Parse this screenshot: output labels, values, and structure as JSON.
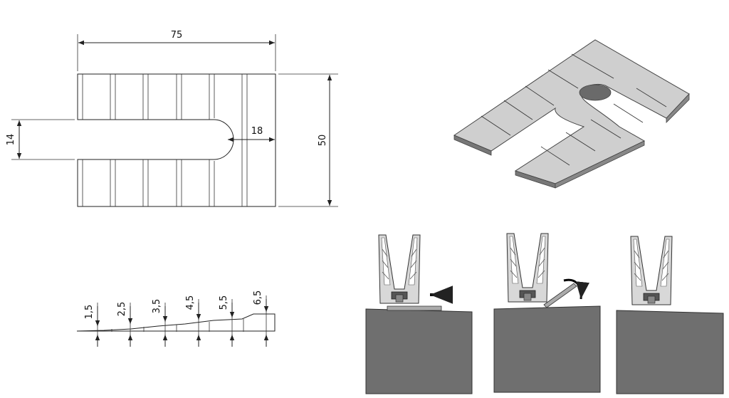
{
  "plan_view": {
    "width_label": "75",
    "height_label": "50",
    "slot_width_label": "14",
    "slot_depth_label": "18"
  },
  "profile_view": {
    "step_labels": [
      "1,5",
      "2,5",
      "3,5",
      "4,5",
      "5,5",
      "6,5"
    ]
  },
  "colors": {
    "block": "#6f6f6f",
    "shim": "#9a9a9a",
    "line": "#222222"
  },
  "icons": [
    "push-arrow-icon",
    "rotate-arrow-icon"
  ]
}
